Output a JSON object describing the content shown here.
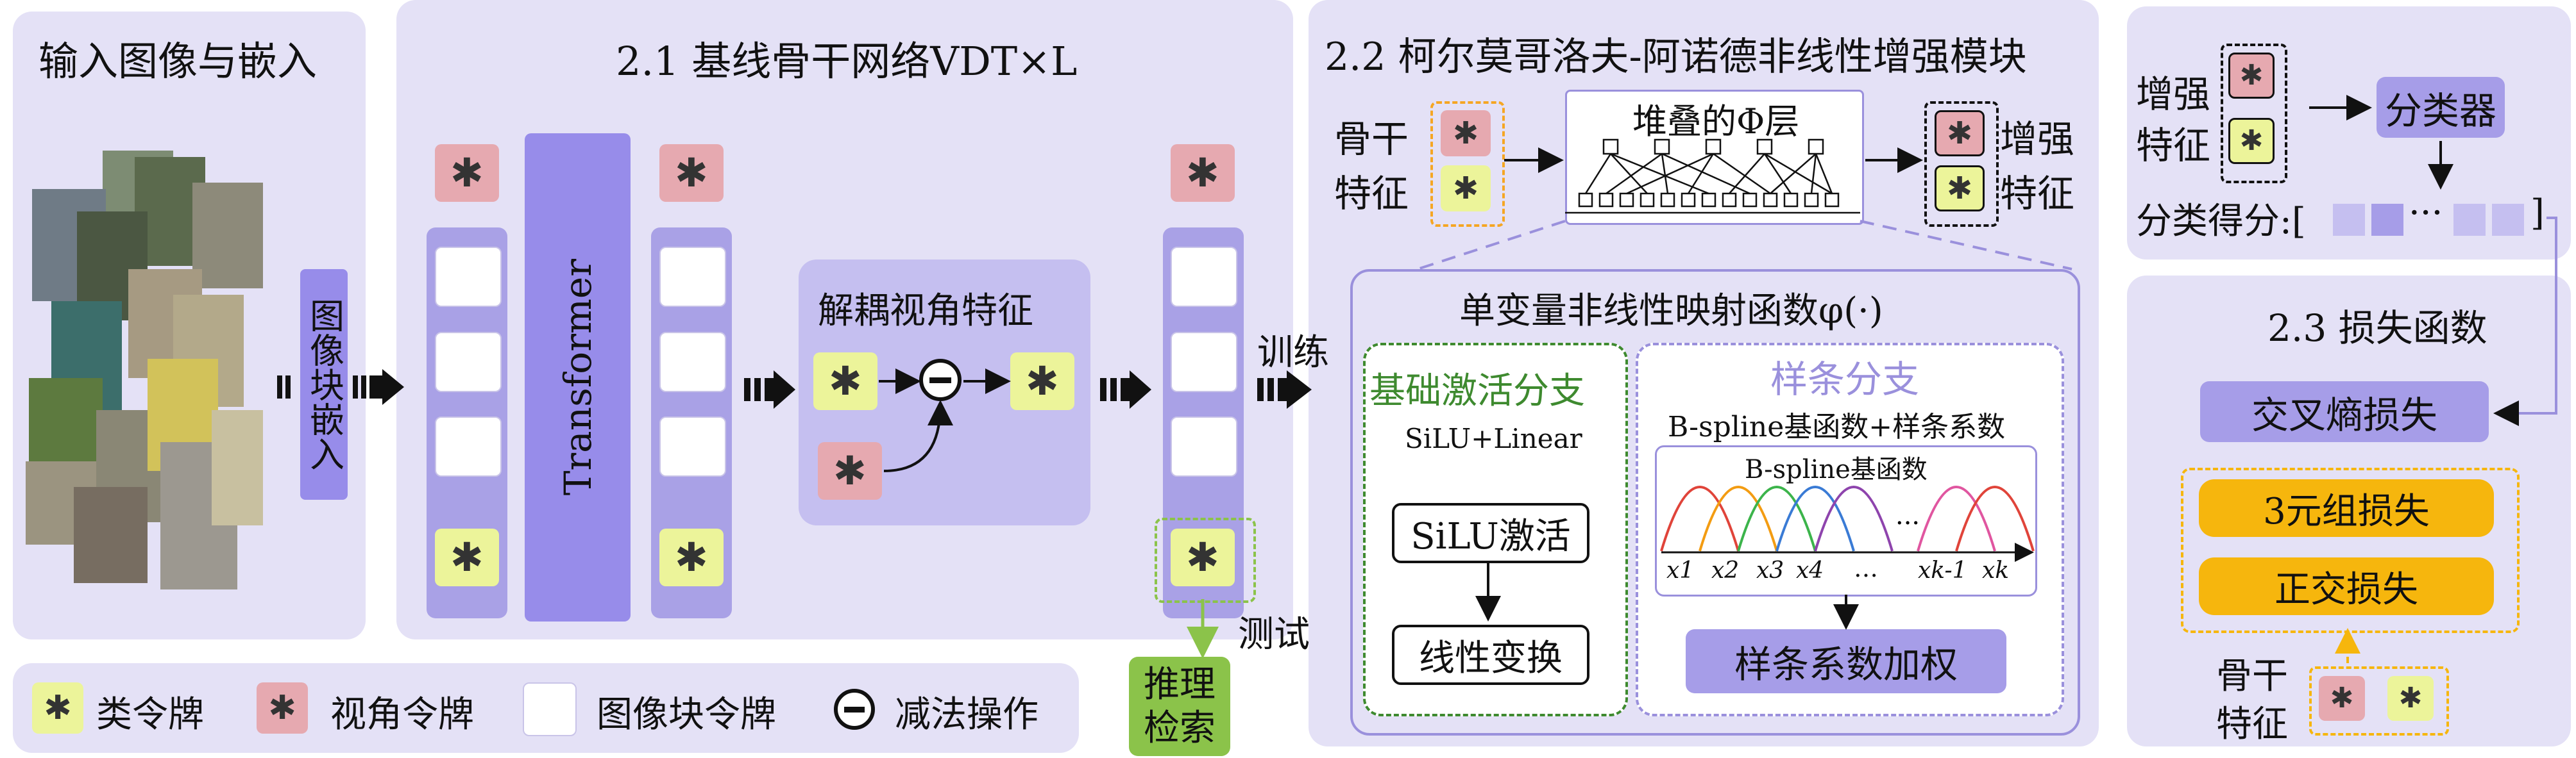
{
  "panels": {
    "input": {
      "title": "输入图像与嵌入",
      "patch_embed": "图像块嵌入"
    },
    "backbone": {
      "title": "2.1 基线骨干网络VDT×L",
      "transformer": "Transformer",
      "decouple": "解耦视角特征"
    },
    "kan": {
      "title": "2.2 柯尔莫哥洛夫-阿诺德非线性增强模块",
      "backbone_feat": [
        "骨干",
        "特征"
      ],
      "stack_title": "堆叠的Φ层",
      "enhanced_feat": [
        "增强",
        "特征"
      ],
      "univariate_title": "单变量非线性映射函数φ(·)",
      "base_branch": {
        "title": "基础激活分支",
        "subtitle": "SiLU+Linear",
        "step1": "SiLU激活",
        "step2": "线性变换"
      },
      "spline_branch": {
        "title": "样条分支",
        "subtitle": "B-spline基函数+样条系数",
        "plot_title": "B-spline基函数",
        "weighting": "样条系数加权",
        "axis_labels": [
          "x1",
          "x2",
          "x3",
          "x4",
          "…",
          "xk-1",
          "xk"
        ]
      }
    },
    "classifier": {
      "enh_feat": [
        "增强",
        "特征"
      ],
      "classifier": "分类器",
      "score_label": "分类得分:["
    },
    "loss": {
      "title": "2.3 损失函数",
      "ce": "交叉熵损失",
      "triplet": "3元组损失",
      "ortho": "正交损失",
      "backbone_feat": [
        "骨干",
        "特征"
      ]
    }
  },
  "flow": {
    "train": "训练",
    "test": "测试",
    "inference": [
      "推理",
      "检索"
    ]
  },
  "legend": {
    "cls_token": "类令牌",
    "view_token": "视角令牌",
    "patch_token": "图像块令牌",
    "subtraction": "减法操作"
  },
  "token_symbol": "✱",
  "colors": {
    "panel": "#e4e1f6",
    "class_token": "#ecf49a",
    "view_token": "#e6a9b0",
    "column": "#a9a1e6",
    "transformer": "#978cea",
    "accent_purple": "#a69de8",
    "orange": "#f6b60d",
    "green": "#8bc34a",
    "dash_orange": "#f5a623"
  }
}
